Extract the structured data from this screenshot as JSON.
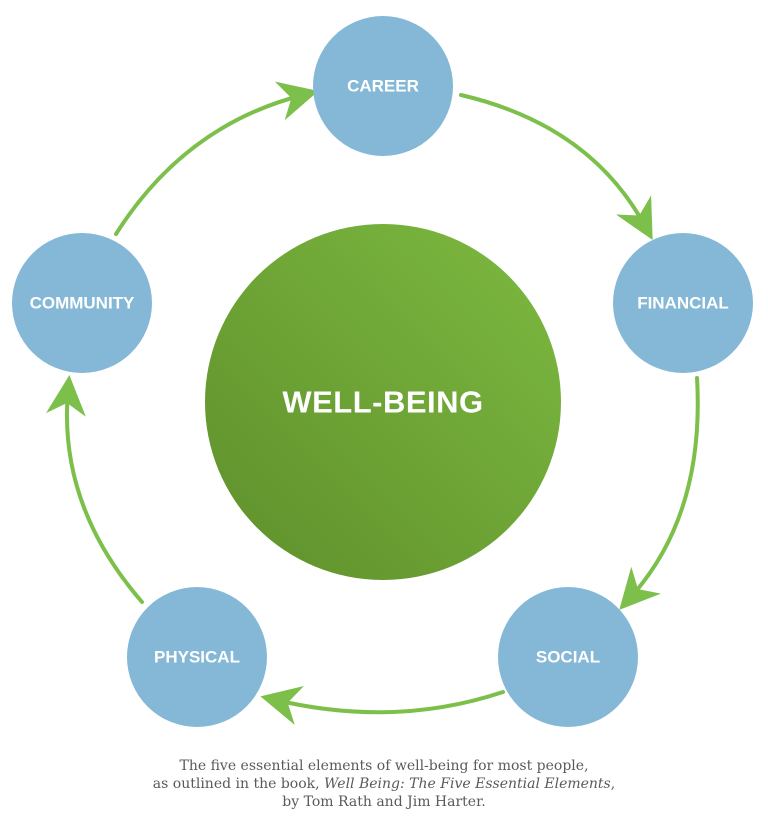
{
  "diagram": {
    "center": {
      "label": "WELL-BEING"
    },
    "nodes": [
      {
        "id": "career",
        "label": "CAREER"
      },
      {
        "id": "financial",
        "label": "FINANCIAL"
      },
      {
        "id": "social",
        "label": "SOCIAL"
      },
      {
        "id": "physical",
        "label": "PHYSICAL"
      },
      {
        "id": "community",
        "label": "COMMUNITY"
      }
    ],
    "colors": {
      "node_fill": "#84b8d6",
      "center_dark": "#5f8f2b",
      "center_light": "#7dba41",
      "arrow": "#7cbf4a",
      "caption_text": "#5a5a5a"
    }
  },
  "caption": {
    "line1": "The five essential elements of well-being for most people,",
    "line2_prefix": "as outlined in the book, ",
    "line2_title": "Well Being: The Five Essential Elements",
    "line2_suffix": ",",
    "line3": "by Tom Rath and Jim Harter."
  }
}
